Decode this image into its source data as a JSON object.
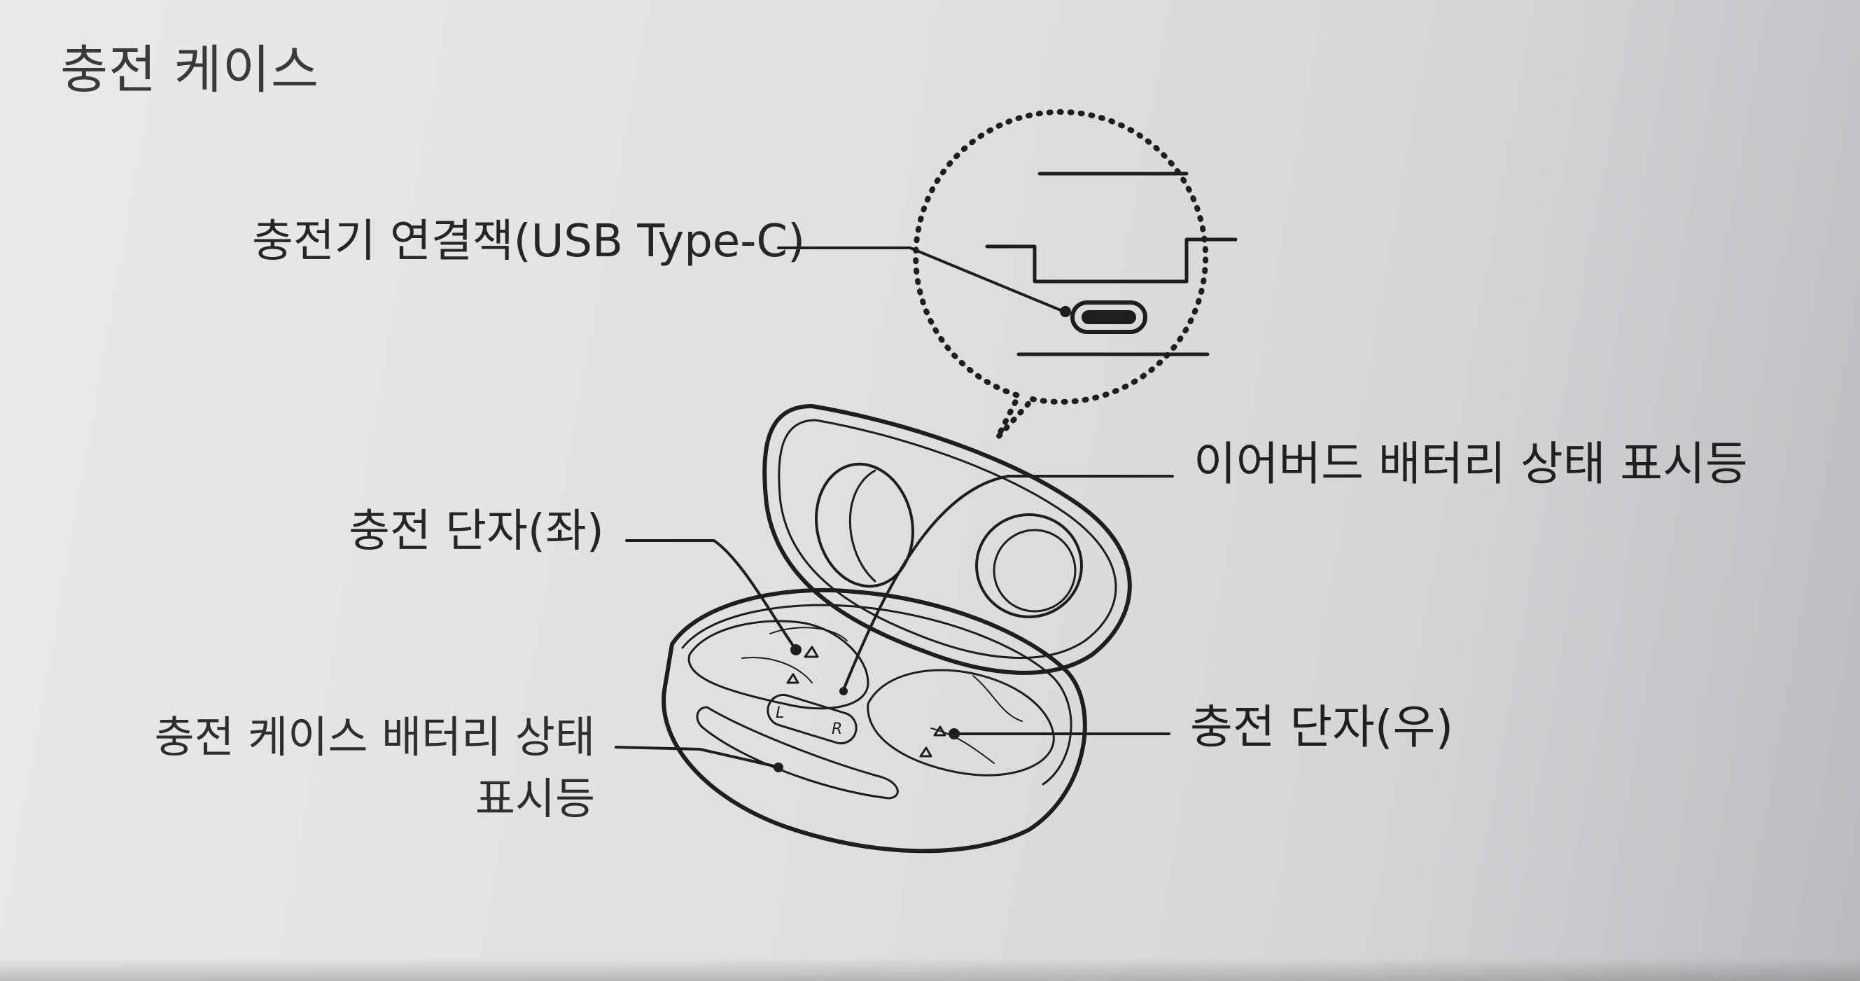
{
  "title": "충전 케이스",
  "labels": {
    "usb_port": "충전기 연결잭(USB Type-C)",
    "earbud_indicator": "이어버드 배터리 상태 표시등",
    "charge_contact_left": "충전 단자(좌)",
    "case_indicator_line1": "충전 케이스 배터리 상태",
    "case_indicator_line2": "표시등",
    "charge_contact_right": "충전 단자(우)"
  },
  "case_marks": {
    "left": "L",
    "right": "R"
  }
}
